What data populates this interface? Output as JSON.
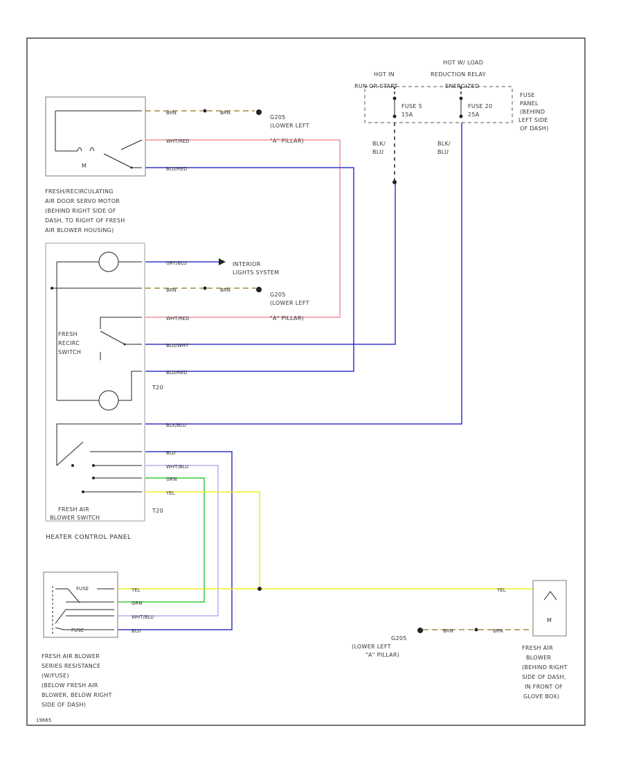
{
  "colors": {
    "brn": "#a08a3c",
    "wht_red": "#e85a6a",
    "blu_wht": "#3333cc",
    "blu_red": "#3333cc",
    "gry_blu": "#3333cc",
    "blk_blu": "#3333cc",
    "blu": "#3333cc",
    "wht_blu": "#8888ee",
    "grn": "#33cc33",
    "yel": "#eeee22",
    "black": "#222222",
    "border": "#444444",
    "dash": "#555555"
  },
  "labels": {
    "hot_in_run": "HOT IN",
    "hot_in_run2": "RUN OR START",
    "hot_load": "HOT W/ LOAD",
    "hot_load2": "REDUCTION RELAY",
    "hot_load3": "ENERGIZED",
    "fuse5": "FUSE 5",
    "fuse5_amp": "15A",
    "fuse20": "FUSE 20",
    "fuse20_amp": "25A",
    "fuse_panel_1": "FUSE",
    "fuse_panel_2": "PANEL",
    "fuse_panel_3": "(BEHIND",
    "fuse_panel_4": "LEFT SIDE",
    "fuse_panel_5": "OF DASH)",
    "blk_blu_a": "BLK/",
    "blk_blu_a2": "BLU",
    "blk_blu_b": "BLK/",
    "blk_blu_b2": "BLU",
    "g205_1a": "G205",
    "g205_1b": "(LOWER LEFT",
    "g205_1c": "\"A\" PILLAR)",
    "g205_2a": "G205",
    "g205_2b": "(LOWER LEFT",
    "g205_2c": "\"A\" PILLAR)",
    "g205_3a": "G205",
    "g205_3b": "(LOWER LEFT",
    "g205_3c": "\"A\" PILLAR)",
    "interior_1": "INTERIOR",
    "interior_2": "LIGHTS SYSTEM",
    "motor_m": "M",
    "door_motor_1": "FRESH/RECIRCULATING",
    "door_motor_2": "AIR DOOR SERVO MOTOR",
    "door_motor_3": "(BEHIND RIGHT SIDE OF",
    "door_motor_4": "DASH, TO RIGHT OF FRESH",
    "door_motor_5": "AIR BLOWER HOUSING)",
    "fresh_recirc_1": "FRESH",
    "fresh_recirc_2": "RECIRC",
    "fresh_recirc_3": "SWITCH",
    "t20a": "T20",
    "t20b": "T20",
    "blower_sw_1": "FRESH AIR",
    "blower_sw_2": "BLOWER SWITCH",
    "heater_panel": "HEATER CONTROL PANEL",
    "resistor_1": "FRESH AIR BLOWER",
    "resistor_2": "SERIES RESISTANCE",
    "resistor_3": "(W/FUSE)",
    "resistor_4": "(BELOW FRESH AIR",
    "resistor_5": "BLOWER, BELOW RIGHT",
    "resistor_6": "SIDE OF DASH)",
    "fuse_res": "FUSE",
    "fuse_res2": "FUSE",
    "blower_1": "FRESH AIR",
    "blower_2": "BLOWER",
    "blower_3": "(BEHIND RIGHT",
    "blower_4": "SIDE OF DASH,",
    "blower_5": "IN FRONT OF",
    "blower_6": "GLOVE BOX)",
    "figure_id": "19665"
  },
  "wires": {
    "brn": "BRN",
    "wht_red": "WHT/RED",
    "blu_wht": "BLU/WHT",
    "gry_blu": "GRY/BLU",
    "blu_red": "BLU/RED",
    "blk_blu": "BLK/BLU",
    "blu": "BLU",
    "wht_blu": "WHT/BLU",
    "grn": "GRN",
    "yel": "YEL"
  }
}
